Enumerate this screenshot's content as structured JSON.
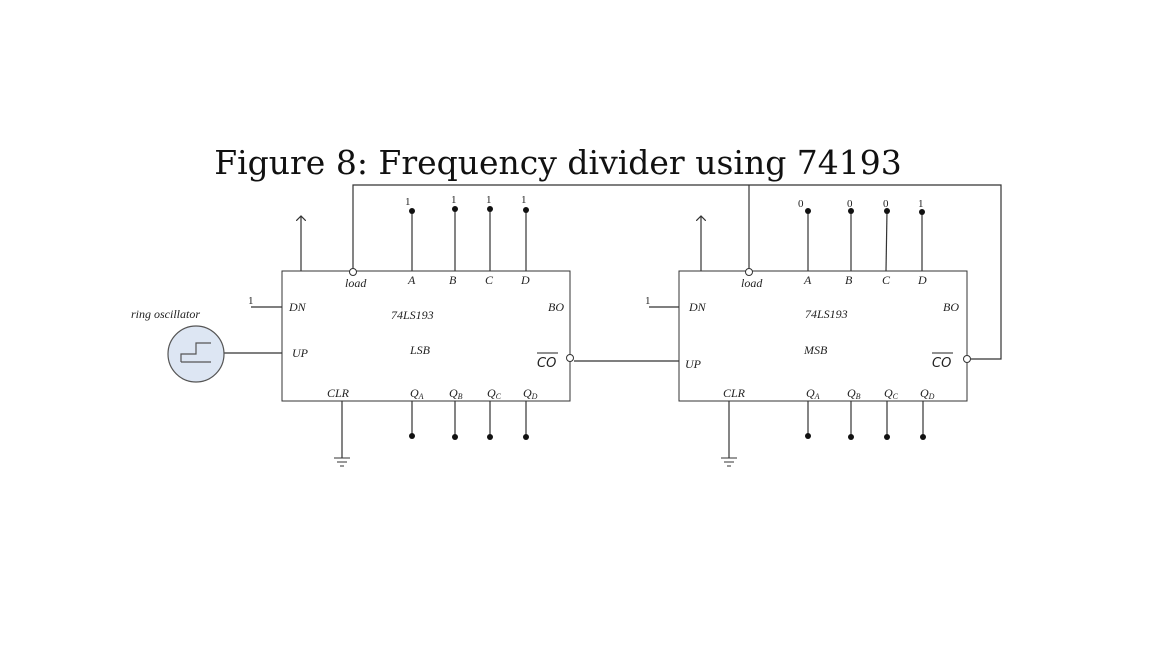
{
  "caption": "Figure 8: Frequency divider using 74193",
  "oscillator": {
    "label": "ring oscillator"
  },
  "ground_symbol": "ground-icon",
  "lsb_chip": {
    "part": "74LS193",
    "role": "LSB",
    "pins": {
      "load": "load",
      "a": "A",
      "b": "B",
      "c": "C",
      "d": "D",
      "dn": "DN",
      "up": "UP",
      "bo": "BO",
      "co": "CO",
      "clr": "CLR"
    },
    "outputs": [
      {
        "q": "Q",
        "sub": "A"
      },
      {
        "q": "Q",
        "sub": "B"
      },
      {
        "q": "Q",
        "sub": "C"
      },
      {
        "q": "Q",
        "sub": "D"
      }
    ],
    "dn_value": "1",
    "data_inputs": [
      "1",
      "1",
      "1",
      "1"
    ]
  },
  "msb_chip": {
    "part": "74LS193",
    "role": "MSB",
    "pins": {
      "load": "load",
      "a": "A",
      "b": "B",
      "c": "C",
      "d": "D",
      "dn": "DN",
      "up": "UP",
      "bo": "BO",
      "co": "CO",
      "clr": "CLR"
    },
    "outputs": [
      {
        "q": "Q",
        "sub": "A"
      },
      {
        "q": "Q",
        "sub": "B"
      },
      {
        "q": "Q",
        "sub": "C"
      },
      {
        "q": "Q",
        "sub": "D"
      }
    ],
    "dn_value": "1",
    "data_inputs": [
      "0",
      "0",
      "0",
      "1"
    ]
  }
}
